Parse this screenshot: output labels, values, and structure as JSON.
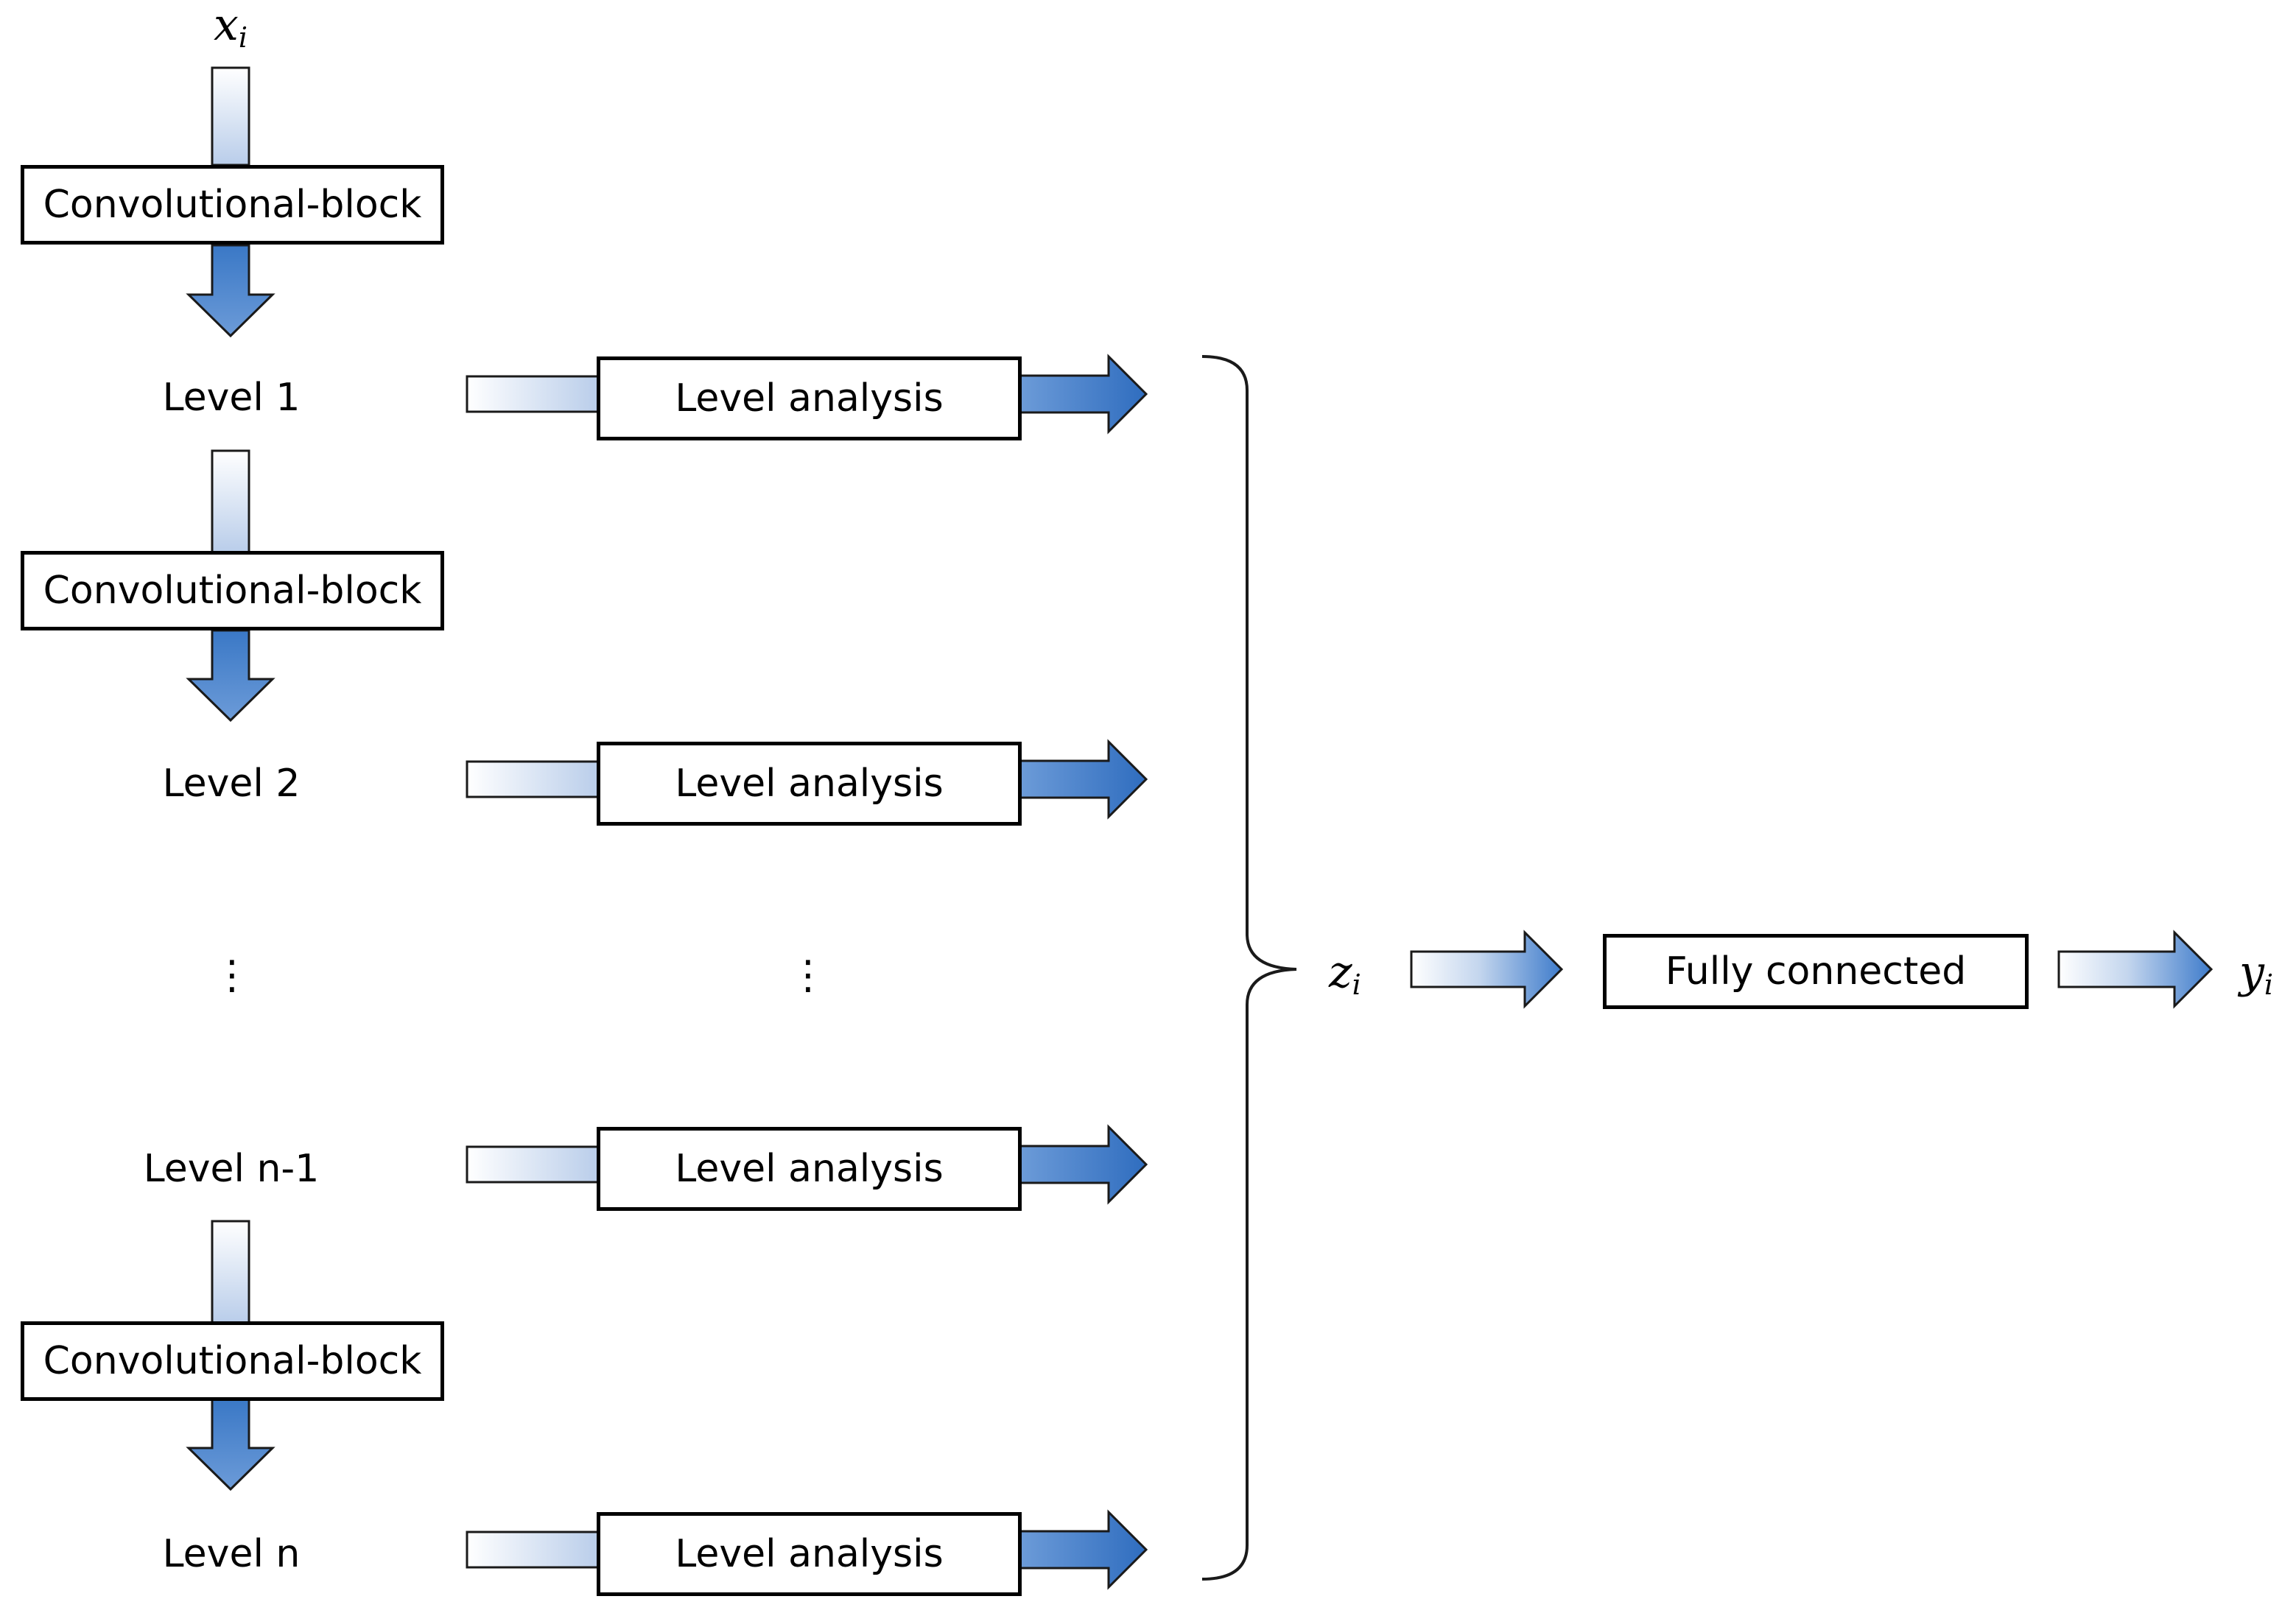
{
  "diagram": {
    "input": {
      "var": "x",
      "sub": "i"
    },
    "latent": {
      "var": "z",
      "sub": "i"
    },
    "output": {
      "var": "y",
      "sub": "i"
    },
    "conv_block_label": "Convolutional-block",
    "level_analysis_label": "Level analysis",
    "fully_connected_label": "Fully connected",
    "ellipsis": "⋮",
    "levels": [
      "Level 1",
      "Level 2",
      "Level n-1",
      "Level n"
    ],
    "colors": {
      "arrow_dark": "#3a78c6",
      "arrow_light": "#e4ecf8",
      "stroke": "#1a1a1a"
    }
  }
}
